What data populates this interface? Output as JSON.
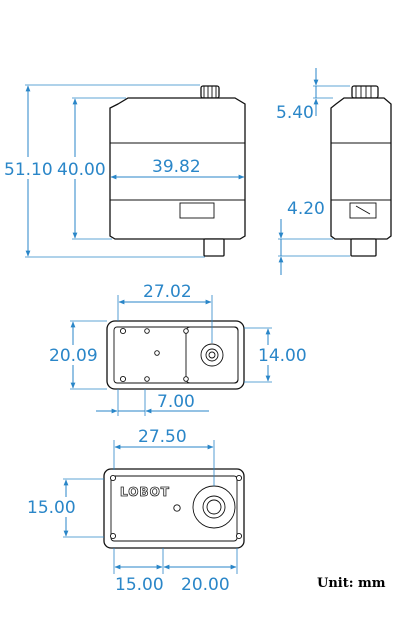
{
  "side_view": {
    "dim_total_height": "51.10",
    "dim_body_height": "40.00",
    "dim_body_width": "39.82"
  },
  "front_view": {
    "dim_spline_height": "5.40",
    "dim_bottom_boss": "4.20"
  },
  "top_view": {
    "dim_length": "27.02",
    "dim_width": "20.09",
    "dim_shaft_height": "14.00",
    "dim_offset": "7.00"
  },
  "bottom_view": {
    "dim_length": "27.50",
    "dim_height": "15.00",
    "dim_left": "15.00",
    "dim_right": "20.00",
    "logo": "LOBOT"
  },
  "unit_label": "Unit: mm",
  "colors": {
    "dimension": "#2a86c8",
    "outline": "#111111"
  }
}
